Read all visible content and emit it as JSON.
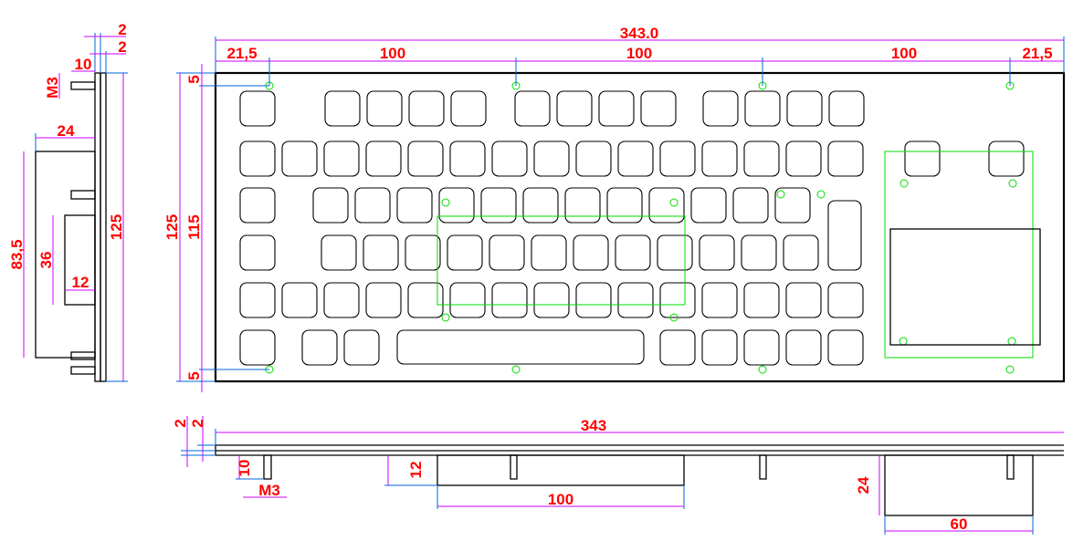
{
  "colors": {
    "outline": "#000000",
    "dimension_text": "#ff0000",
    "dimension_line": "#cc00ff",
    "extension_line": "#0066dd",
    "holes": "#00dd00"
  },
  "top_view": {
    "overall_width": "343.0",
    "edge_left": "21,5",
    "edge_right": "21,5",
    "pitch_1": "100",
    "pitch_2": "100",
    "pitch_3": "100",
    "height": "125",
    "inner_height": "115",
    "top_margin": "5",
    "bottom_margin": "5"
  },
  "side_view": {
    "plate_1": "2",
    "plate_2": "2",
    "stud_length": "10",
    "thread": "M3",
    "box_depth": "24",
    "box_height": "83,5",
    "inner_height": "36",
    "inner_depth": "12",
    "height": "125"
  },
  "bottom_view": {
    "plate_1": "2",
    "plate_2": "2",
    "width": "343",
    "stud_length": "10",
    "thread": "M3",
    "box_depth": "12",
    "box_width": "100",
    "pad_depth": "24",
    "pad_width": "60"
  }
}
